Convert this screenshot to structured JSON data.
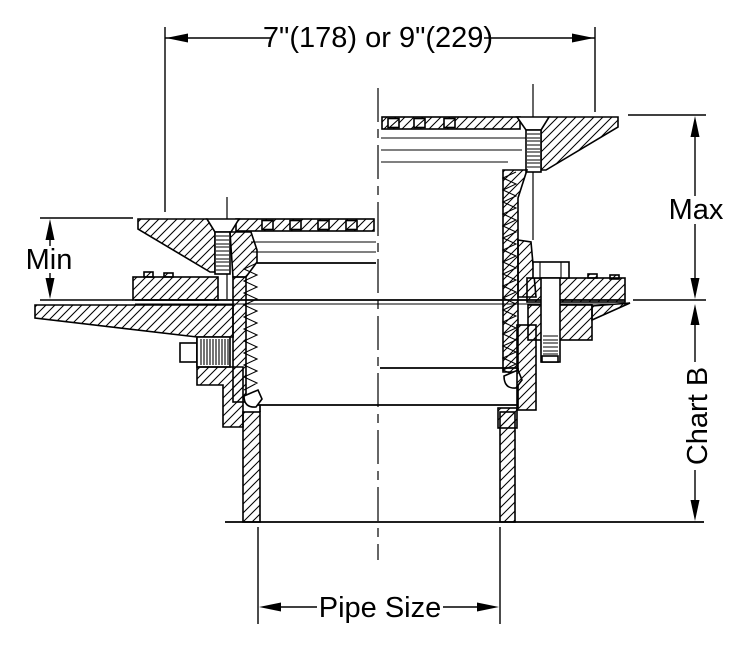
{
  "diagram": {
    "kind": "technical-section-drawing",
    "colors": {
      "line": "#000000",
      "background": "#ffffff"
    },
    "dimensions": {
      "top_span": {
        "label": "7\"(178) or 9\"(229)",
        "orientation": "horizontal"
      },
      "min_height": {
        "label": "Min",
        "orientation": "vertical"
      },
      "max_height": {
        "label": "Max",
        "orientation": "vertical"
      },
      "chart_b": {
        "label": "Chart B",
        "orientation": "vertical"
      },
      "pipe_size": {
        "label": "Pipe Size",
        "orientation": "horizontal"
      }
    }
  }
}
